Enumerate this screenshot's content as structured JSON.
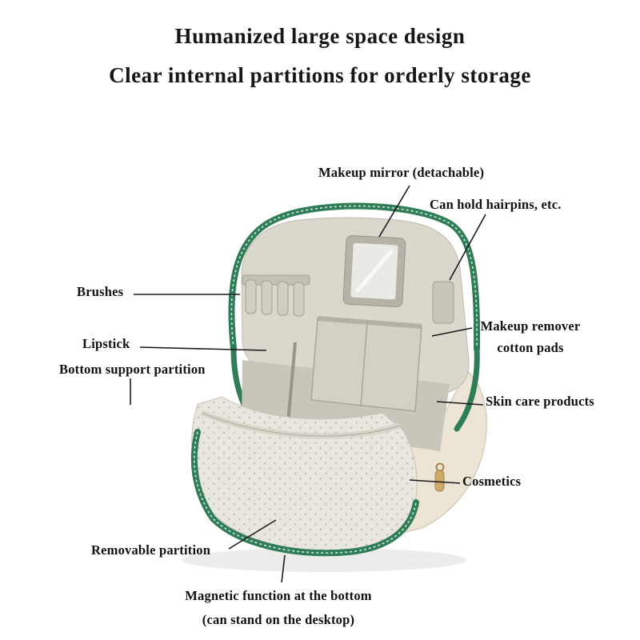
{
  "header": {
    "title_line1": "Humanized large space design",
    "title_line2": "Clear internal partitions for orderly storage"
  },
  "annotations": {
    "makeup_mirror": "Makeup mirror (detachable)",
    "hairpins": "Can hold hairpins, etc.",
    "brushes": "Brushes",
    "lipstick": "Lipstick",
    "bottom_support": "Bottom support partition",
    "makeup_remover_line1": "Makeup remover",
    "makeup_remover_line2": "cotton pads",
    "skin_care": "Skin care products",
    "cosmetics": "Cosmetics",
    "removable_partition": "Removable partition",
    "magnetic_line1": "Magnetic function at the bottom",
    "magnetic_line2": "(can stand on the desktop)"
  },
  "illustration": {
    "subject": "open cosmetic bag interior",
    "colors": {
      "zipper_green": "#2e7d56",
      "bag_cream": "#ece5d6",
      "interior_grey": "#dad7cd",
      "mesh_pocket": "#e9e6de",
      "zip_pull_gold": "#cfa969",
      "label_text": "#111111"
    }
  }
}
